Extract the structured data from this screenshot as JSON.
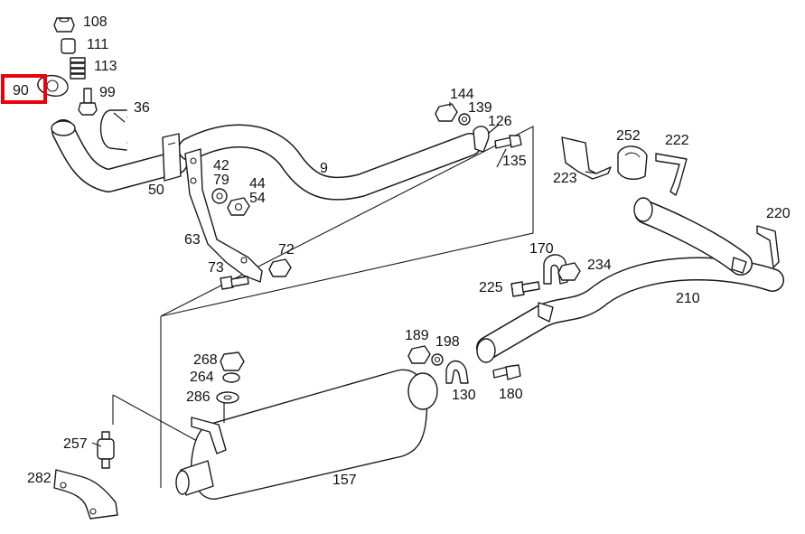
{
  "highlight": {
    "label": "90",
    "color": "#e8000d"
  },
  "colors": {
    "line": "#1a1a1a",
    "paper": "#ffffff"
  },
  "labels": [
    {
      "key": "p108",
      "text": "108"
    },
    {
      "key": "p111",
      "text": "111"
    },
    {
      "key": "p113",
      "text": "113"
    },
    {
      "key": "p99",
      "text": "99"
    },
    {
      "key": "p36",
      "text": "36"
    },
    {
      "key": "p50",
      "text": "50"
    },
    {
      "key": "p9",
      "text": "9"
    },
    {
      "key": "p42",
      "text": "42"
    },
    {
      "key": "p79",
      "text": "79"
    },
    {
      "key": "p44",
      "text": "44"
    },
    {
      "key": "p54",
      "text": "54"
    },
    {
      "key": "p63",
      "text": "63"
    },
    {
      "key": "p72",
      "text": "72"
    },
    {
      "key": "p73",
      "text": "73"
    },
    {
      "key": "p144",
      "text": "144"
    },
    {
      "key": "p139",
      "text": "139"
    },
    {
      "key": "p126",
      "text": "126"
    },
    {
      "key": "p135",
      "text": "135"
    },
    {
      "key": "p252",
      "text": "252"
    },
    {
      "key": "p222",
      "text": "222"
    },
    {
      "key": "p223",
      "text": "223"
    },
    {
      "key": "p220",
      "text": "220"
    },
    {
      "key": "p170",
      "text": "170"
    },
    {
      "key": "p234",
      "text": "234"
    },
    {
      "key": "p225",
      "text": "225"
    },
    {
      "key": "p210",
      "text": "210"
    },
    {
      "key": "p189",
      "text": "189"
    },
    {
      "key": "p198",
      "text": "198"
    },
    {
      "key": "p130",
      "text": "130"
    },
    {
      "key": "p180",
      "text": "180"
    },
    {
      "key": "p268",
      "text": "268"
    },
    {
      "key": "p264",
      "text": "264"
    },
    {
      "key": "p286",
      "text": "286"
    },
    {
      "key": "p257",
      "text": "257"
    },
    {
      "key": "p282",
      "text": "282"
    },
    {
      "key": "p157",
      "text": "157"
    }
  ]
}
